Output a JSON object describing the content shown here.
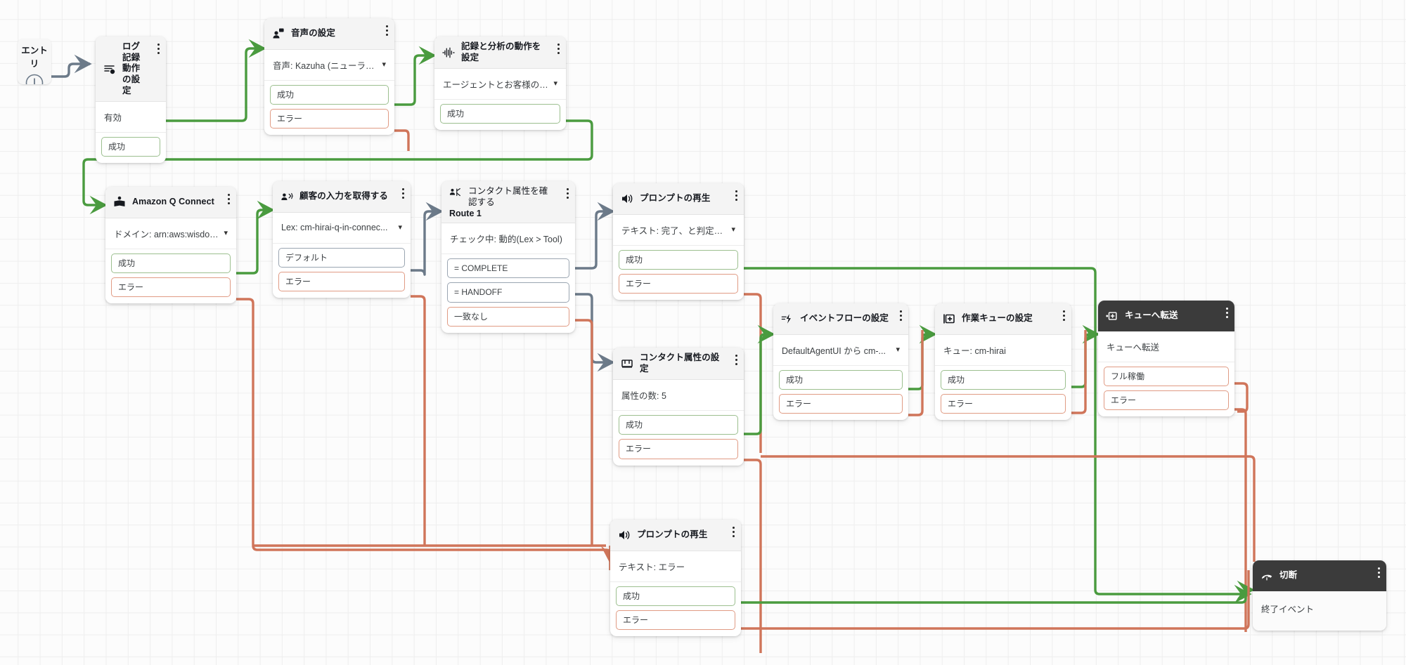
{
  "canvas": {
    "background": "#fcfcfc",
    "grid_color": "#eeeeee",
    "colors": {
      "success_wire": "#4a9b3f",
      "error_wire": "#d0755a",
      "neutral_wire": "#6c7a89",
      "dark_header": "#3b3b3b"
    }
  },
  "entry": {
    "label": "エントリ",
    "icon": "flow-entry-icon"
  },
  "nodes": [
    {
      "id": "logging",
      "icon": "logging-icon",
      "title": "ログ記録動作の設定",
      "body": "有効",
      "has_caret": false,
      "ports": [
        {
          "label": "成功",
          "kind": "ok"
        }
      ]
    },
    {
      "id": "voice",
      "icon": "voice-person-icon",
      "title": "音声の設定",
      "body": "音声: Kazuha (ニューラル:...",
      "has_caret": true,
      "ports": [
        {
          "label": "成功",
          "kind": "ok"
        },
        {
          "label": "エラー",
          "kind": "err"
        }
      ]
    },
    {
      "id": "recording",
      "icon": "waveform-icon",
      "title": "記録と分析の動作を設定",
      "body": "エージェントとお客様の音...",
      "has_caret": true,
      "ports": [
        {
          "label": "成功",
          "kind": "ok"
        }
      ]
    },
    {
      "id": "qconnect",
      "icon": "amazon-q-connect-icon",
      "title": "Amazon Q Connect",
      "body": "ドメイン: arn:aws:wisdom...",
      "has_caret": true,
      "ports": [
        {
          "label": "成功",
          "kind": "ok"
        },
        {
          "label": "エラー",
          "kind": "err"
        }
      ]
    },
    {
      "id": "getinput",
      "icon": "get-customer-input-icon",
      "title": "顧客の入力を取得する",
      "body": "Lex: cm-hirai-q-in-connec...",
      "has_caret": true,
      "ports": [
        {
          "label": "デフォルト",
          "kind": "neutral"
        },
        {
          "label": "エラー",
          "kind": "err"
        }
      ]
    },
    {
      "id": "checkattr",
      "icon": "check-contact-attributes-icon",
      "title": "コンタクト属性を確認する",
      "subtitle": "Route 1",
      "body": "チェック中: 動的(Lex > Tool)",
      "has_caret": false,
      "ports": [
        {
          "label": "= COMPLETE",
          "kind": "neutral"
        },
        {
          "label": "= HANDOFF",
          "kind": "neutral"
        },
        {
          "label": "一致なし",
          "kind": "err"
        }
      ]
    },
    {
      "id": "prompt1",
      "icon": "speaker-icon",
      "title": "プロンプトの再生",
      "body": "テキスト: 完了、と判定さ...",
      "has_caret": true,
      "ports": [
        {
          "label": "成功",
          "kind": "ok"
        },
        {
          "label": "エラー",
          "kind": "err"
        }
      ]
    },
    {
      "id": "setattr",
      "icon": "set-contact-attributes-icon",
      "title": "コンタクト属性の設定",
      "body": "属性の数: 5",
      "has_caret": false,
      "ports": [
        {
          "label": "成功",
          "kind": "ok"
        },
        {
          "label": "エラー",
          "kind": "err"
        }
      ]
    },
    {
      "id": "eventflow",
      "icon": "event-flow-icon",
      "title": "イベントフローの設定",
      "body": "DefaultAgentUI から cm-...",
      "has_caret": true,
      "ports": [
        {
          "label": "成功",
          "kind": "ok"
        },
        {
          "label": "エラー",
          "kind": "err"
        }
      ]
    },
    {
      "id": "workqueue",
      "icon": "set-working-queue-icon",
      "title": "作業キューの設定",
      "body": "キュー: cm-hirai",
      "has_caret": false,
      "ports": [
        {
          "label": "成功",
          "kind": "ok"
        },
        {
          "label": "エラー",
          "kind": "err"
        }
      ]
    },
    {
      "id": "transfer",
      "icon": "transfer-to-queue-icon",
      "title": "キューへ転送",
      "dark": true,
      "body": "キューへ転送",
      "has_caret": false,
      "ports": [
        {
          "label": "フル稼働",
          "kind": "err"
        },
        {
          "label": "エラー",
          "kind": "err"
        }
      ]
    },
    {
      "id": "prompt2",
      "icon": "speaker-icon",
      "title": "プロンプトの再生",
      "body": "テキスト: エラー",
      "has_caret": false,
      "ports": [
        {
          "label": "成功",
          "kind": "ok"
        },
        {
          "label": "エラー",
          "kind": "err"
        }
      ]
    },
    {
      "id": "disconnect",
      "icon": "disconnect-phone-icon",
      "title": "切断",
      "dark": true,
      "body": "終了イベント",
      "has_caret": false,
      "ports": []
    }
  ]
}
